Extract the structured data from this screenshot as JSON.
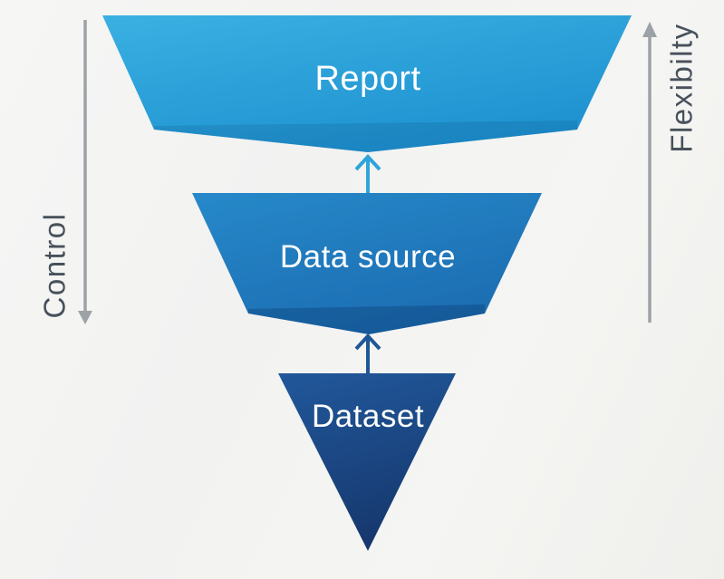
{
  "diagram": {
    "type": "inverted-funnel",
    "levels": [
      {
        "label": "Report",
        "color_top": "#3AB0E2",
        "color_bottom": "#1E92D0"
      },
      {
        "label": "Data source",
        "color_top": "#2689C9",
        "color_bottom": "#1C6DB2"
      },
      {
        "label": "Dataset",
        "color_top": "#21589B",
        "color_bottom": "#16386E"
      }
    ],
    "level_label_color": "#FFFFFF",
    "connectors": [
      {
        "from": "Data source",
        "to": "Report",
        "direction": "up",
        "color": "#2EA4D9"
      },
      {
        "from": "Dataset",
        "to": "Data source",
        "direction": "up",
        "color": "#1E5796"
      }
    ],
    "axes": [
      {
        "label": "Control",
        "side": "left",
        "direction": "down",
        "arrow_color": "#9DA2A7",
        "label_color": "#47515B"
      },
      {
        "label": "Flexibilty",
        "side": "right",
        "direction": "up",
        "arrow_color": "#9DA2A7",
        "label_color": "#47515B"
      }
    ]
  }
}
